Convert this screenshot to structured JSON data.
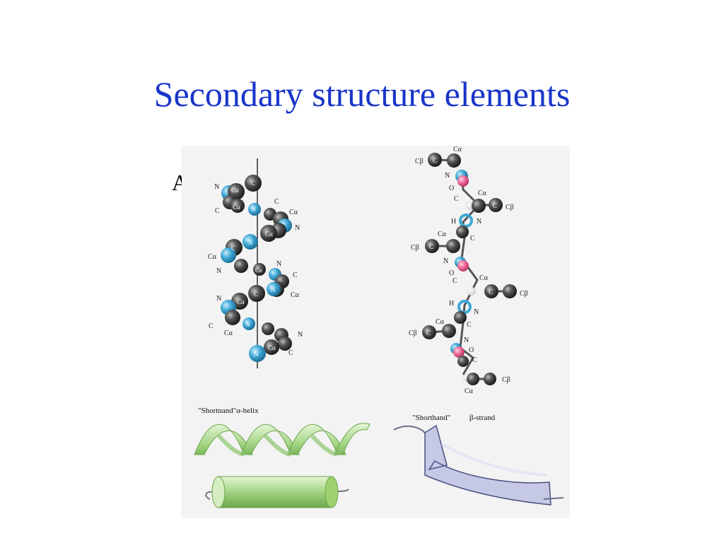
{
  "slide": {
    "title": "Secondary structure elements",
    "bullet_text": "A"
  },
  "figure": {
    "helix": {
      "shorthand_label": "\"Shortnand\"",
      "helix_label": "α-helix",
      "atom_labels": {
        "N": "N",
        "C": "C",
        "O": "O",
        "H": "H",
        "Ca": "Cα",
        "Cb": "Cβ"
      }
    },
    "strand": {
      "shorthand_label": "\"Shorthand\"",
      "strand_label": "β-strand"
    },
    "colors": {
      "carbon": "#333333",
      "nitrogen": "#3fa9d6",
      "oxygen": "#f06f9c",
      "hydrogen": "#ffffff",
      "ribbon": "#a8d88a",
      "cylinder": "#9fd070",
      "arrow": "#c5c9e6",
      "arrow_stroke": "#4a5080"
    }
  }
}
